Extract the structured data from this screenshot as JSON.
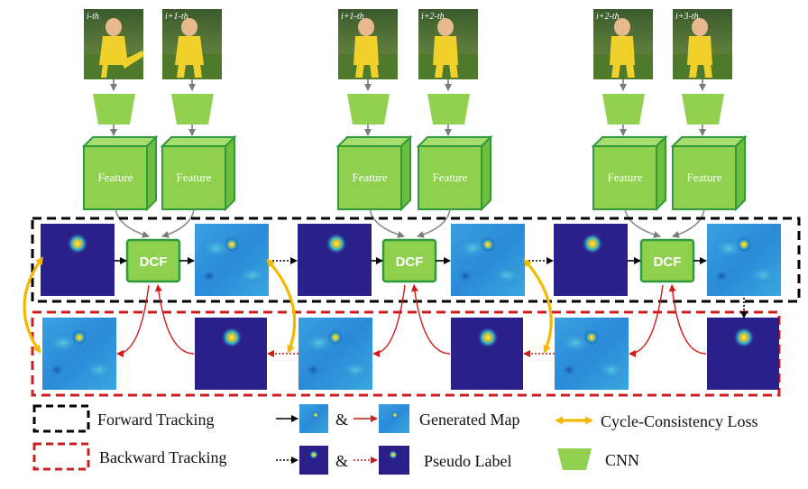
{
  "frames": [
    {
      "label": "i-th"
    },
    {
      "label": "i+1-th"
    },
    {
      "label": "i+1-th"
    },
    {
      "label": "i+2-th"
    },
    {
      "label": "i+2-th"
    },
    {
      "label": "i+3-th"
    }
  ],
  "feature_label": "Feature",
  "dcf_label": "DCF",
  "legend": {
    "forward": "Forward Tracking",
    "backward": "Backward Tracking",
    "amp1": "&",
    "amp2": "&",
    "generated_map": "Generated Map",
    "pseudo_label": "Pseudo Label",
    "cycle_loss": "Cycle-Consistency Loss",
    "cnn": "CNN"
  },
  "colors": {
    "cnn_green": "#92d050",
    "feature_green": "#8fd14f",
    "feature_border": "#2e9a3c",
    "forward_box": "#000000",
    "backward_box": "#cc1f1f",
    "cycle_arrow": "#f5b800",
    "red_arrow": "#d11a1a",
    "map_dark": "#2b1f8a",
    "map_blue": "#2a8ad8"
  },
  "icons": [
    "cnn-trapezoid-icon",
    "feature-cube-icon",
    "dcf-box-icon",
    "response-map-icon",
    "arrow-icon"
  ]
}
